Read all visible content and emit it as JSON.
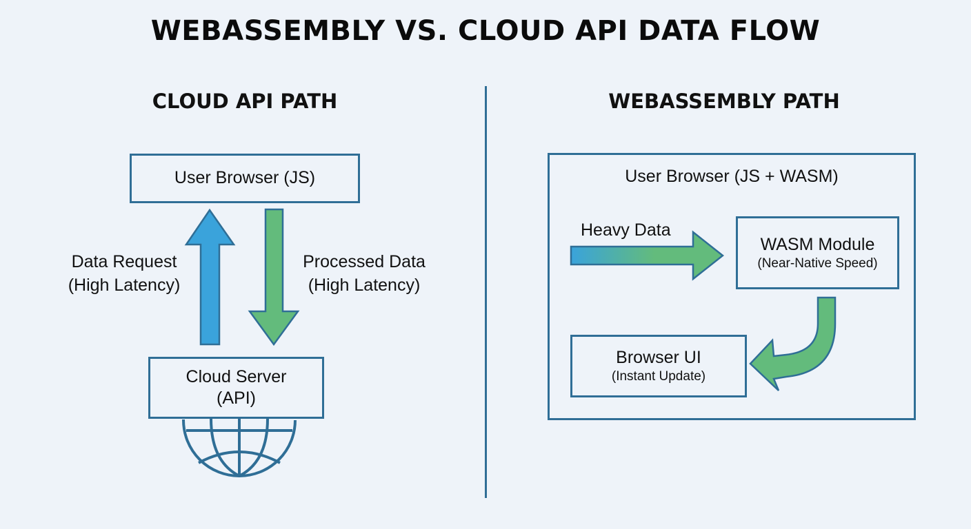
{
  "title": "WEBASSEMBLY VS. CLOUD API DATA FLOW",
  "colors": {
    "background": "#eef3f9",
    "outline": "#2f6e96",
    "arrow_blue": "#3aa3db",
    "arrow_green": "#63bb7c",
    "globe": "#2f6e96"
  },
  "cloud_path": {
    "heading": "CLOUD API PATH",
    "browser_box": {
      "label": "User Browser (JS)"
    },
    "request_arrow": {
      "line1": "Data Request",
      "line2": "(High Latency)"
    },
    "response_arrow": {
      "line1": "Processed Data",
      "line2": "(High Latency)"
    },
    "server_box": {
      "line1": "Cloud Server",
      "line2": "(API)"
    },
    "globe_icon": "globe-icon"
  },
  "wasm_path": {
    "heading": "WEBASSEMBLY PATH",
    "container_label": "User Browser (JS + WASM)",
    "input_arrow": {
      "label": "Heavy Data"
    },
    "module_box": {
      "line1": "WASM Module",
      "line2": "(Near-Native Speed)"
    },
    "ui_box": {
      "line1": "Browser UI",
      "line2": "(Instant Update)"
    }
  }
}
